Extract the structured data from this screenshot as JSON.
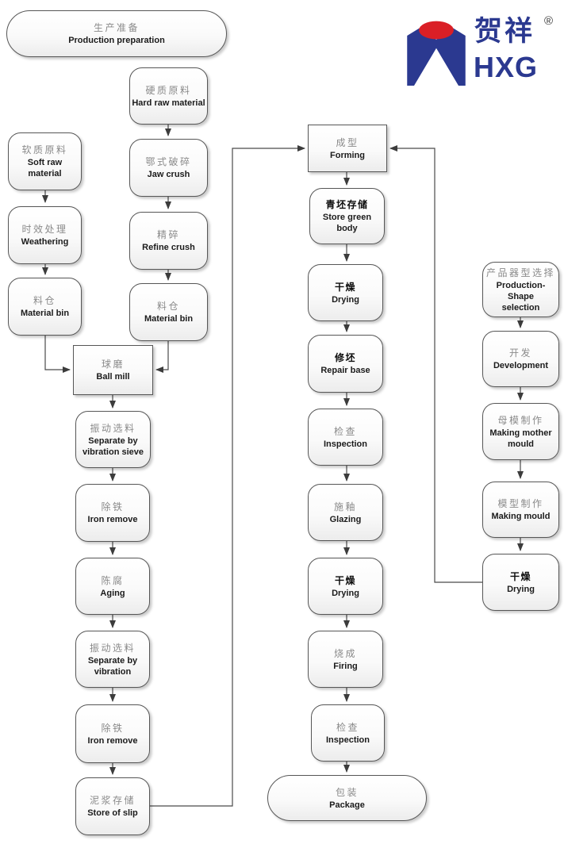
{
  "logo": {
    "zh": "贺祥",
    "reg": "®",
    "abbr": "HXG"
  },
  "nodes": {
    "production_preparation": {
      "zh": "生产准备",
      "en": "Production preparation"
    },
    "hard_raw_material": {
      "zh": "硬质原料",
      "en": "Hard raw material"
    },
    "soft_raw_material": {
      "zh": "软质原料",
      "en": "Soft raw material"
    },
    "jaw_crush": {
      "zh": "鄂式破碎",
      "en": "Jaw crush"
    },
    "weathering": {
      "zh": "时效处理",
      "en": "Weathering"
    },
    "refine_crush": {
      "zh": "精碎",
      "en": "Refine crush"
    },
    "material_bin_left": {
      "zh": "料仓",
      "en": "Material bin"
    },
    "material_bin_right": {
      "zh": "料仓",
      "en": "Material bin"
    },
    "ball_mill": {
      "zh": "球磨",
      "en": "Ball mill"
    },
    "separate_sieve": {
      "zh": "振动选料",
      "en": "Separate by\nvibration sieve"
    },
    "iron_remove_1": {
      "zh": "除铁",
      "en": "Iron remove"
    },
    "aging": {
      "zh": "陈腐",
      "en": "Aging"
    },
    "separate_vibration": {
      "zh": "振动选料",
      "en": "Separate by\nvibration"
    },
    "iron_remove_2": {
      "zh": "除铁",
      "en": "Iron remove"
    },
    "store_of_slip": {
      "zh": "泥浆存储",
      "en": "Store of slip"
    },
    "forming": {
      "zh": "成型",
      "en": "Forming"
    },
    "store_green_body": {
      "zh": "青坯存储",
      "en": "Store green body"
    },
    "drying_1": {
      "zh": "干燥",
      "en": "Drying"
    },
    "repair_base": {
      "zh": "修坯",
      "en": "Repair base"
    },
    "inspection_1": {
      "zh": "检查",
      "en": "Inspection"
    },
    "glazing": {
      "zh": "施釉",
      "en": "Glazing"
    },
    "drying_2": {
      "zh": "干燥",
      "en": "Drying"
    },
    "firing": {
      "zh": "烧成",
      "en": "Firing"
    },
    "inspection_2": {
      "zh": "检查",
      "en": "Inspection"
    },
    "package": {
      "zh": "包装",
      "en": "Package"
    },
    "shape_selection": {
      "zh": "产品器型选择",
      "en": "Production-Shape\nselection"
    },
    "development": {
      "zh": "开发",
      "en": "Development"
    },
    "making_mother_mould": {
      "zh": "母模制作",
      "en": "Making mother\nmould"
    },
    "making_mould": {
      "zh": "模型制作",
      "en": "Making mould"
    },
    "drying_3": {
      "zh": "干燥",
      "en": "Drying"
    }
  },
  "colors": {
    "brand_blue": "#2b3990",
    "brand_red": "#da1f26",
    "box_border": "#565656",
    "zh_text": "#8a8a8a",
    "en_text": "#1b1b1b",
    "edge": "#4a4a4a"
  }
}
